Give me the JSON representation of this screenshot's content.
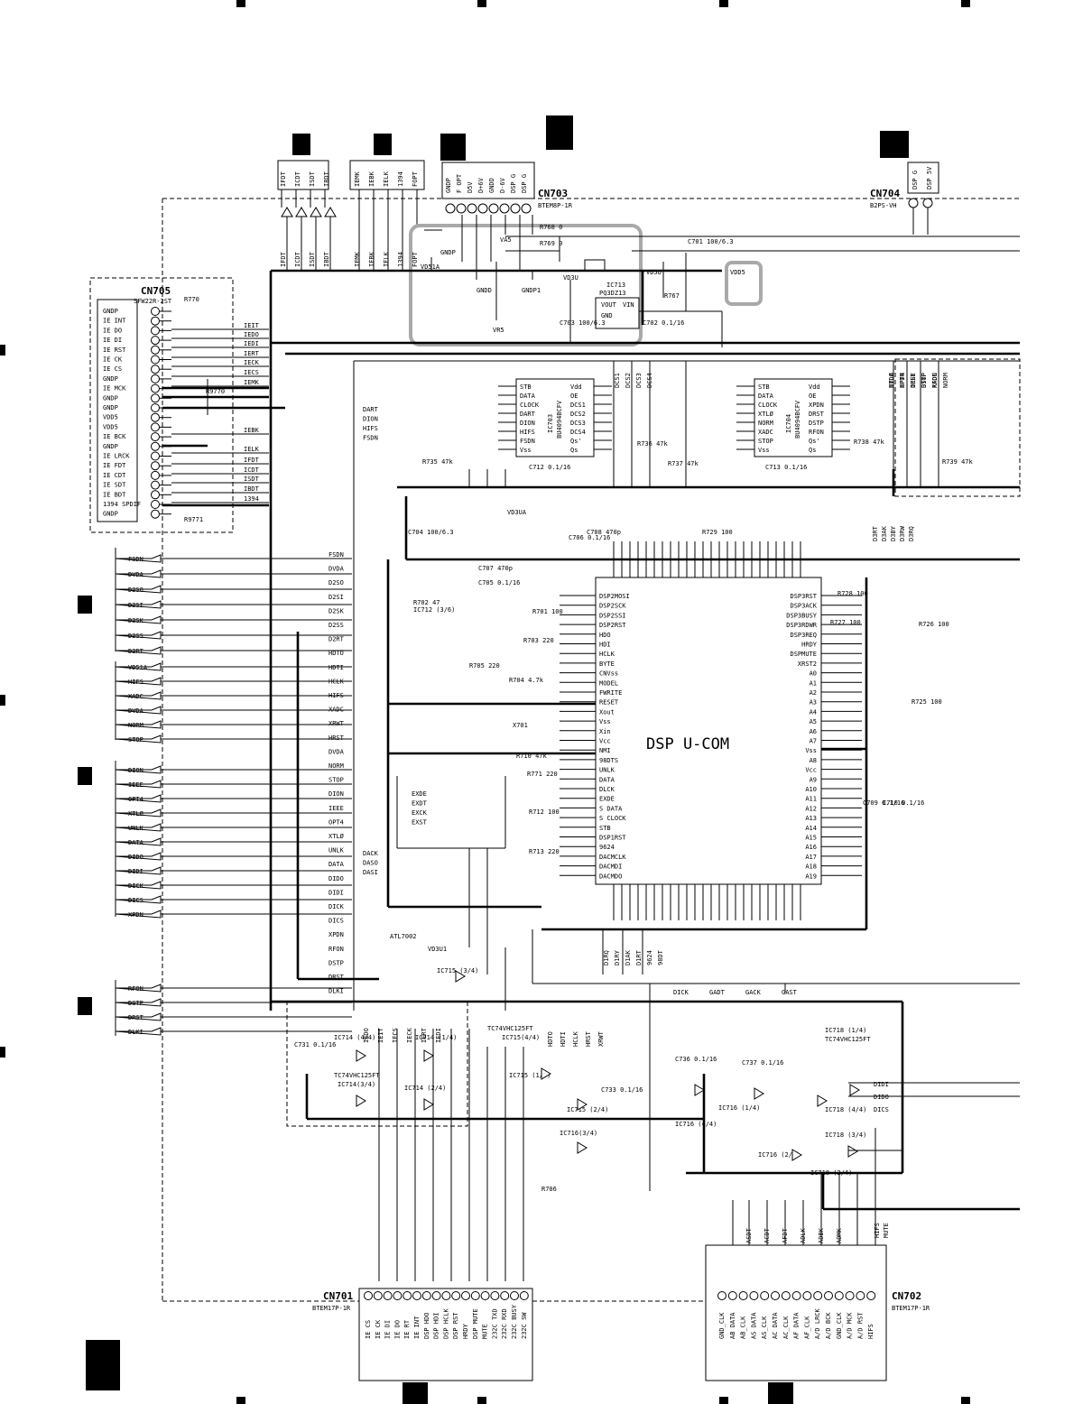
{
  "connectors": {
    "cn703": {
      "name": "CN703",
      "part": "BTEM8P-1R",
      "pins": [
        "GNDP",
        "F OPT",
        "D5V",
        "D+6V",
        "GNDD",
        "D-6V",
        "DSP G",
        "DSP G"
      ]
    },
    "cn704": {
      "name": "CN704",
      "part": "B2PS-VH",
      "pins": [
        "DSP G",
        "DSP 5V"
      ]
    },
    "cn705": {
      "name": "CN705",
      "part": "SFW22R-2ST",
      "pins": [
        "GNDP",
        "IE INT",
        "IE DO",
        "IE DI",
        "IE RST",
        "IE CK",
        "IE CS",
        "GNDP",
        "IE MCK",
        "GNDP",
        "GNDP",
        "VDD5",
        "VDD5",
        "IE BCK",
        "GNDP",
        "IE LRCK",
        "IE FDT",
        "IE CDT",
        "IE SDT",
        "IE BDT",
        "1394 SPDIF",
        "GNDP"
      ]
    },
    "cn701": {
      "name": "CN701",
      "part": "BTEM17P-1R",
      "pins": [
        "IE CS",
        "IE CK",
        "IE DI",
        "IE DO",
        "IE RT",
        "IE INT",
        "DSP HDO",
        "DSP HDI",
        "DSP HCLK",
        "DSP RST",
        "HRDY",
        "DSP MUTE",
        "MUTE",
        "232C TXD",
        "232C RXD",
        "232C BUSY",
        "232C SW"
      ]
    },
    "cn702": {
      "name": "CN702",
      "part": "BTEM17P-1R",
      "pins": [
        "GND_CLK",
        "AB DATA",
        "AB_CLK",
        "AS DATA",
        "AS_CLK",
        "AC DATA",
        "AC_CLK",
        "AF DATA",
        "AF_CLK",
        "A/D LRCK",
        "A/D BCK",
        "GND_CLK",
        "A/D MCK",
        "A/D RST",
        "HIFS"
      ]
    }
  },
  "top_signals": [
    "IFDT",
    "ICDT",
    "ISDT",
    "IBDT",
    "IEMK",
    "IEBK",
    "IELK",
    "1394",
    "FOPT"
  ],
  "cn705_net_labels": [
    "IEIT",
    "IEDO",
    "IEDI",
    "IERT",
    "IECK",
    "IECS",
    "IEMK",
    "IEBK",
    "IELK",
    "IFDT",
    "ICDT",
    "ISDT",
    "IBDT",
    "1394"
  ],
  "left_ports_a": [
    "FSDN",
    "DVDA",
    "D2SO",
    "D2SI",
    "D2SK",
    "D2SS",
    "D2RT"
  ],
  "left_ports_b": [
    "VD51A",
    "HIFS",
    "XADC",
    "DVDA",
    "NORM",
    "STOP"
  ],
  "left_ports_c": [
    "DION",
    "IEEE",
    "OPT4",
    "XTLØ",
    "UNLK",
    "DATA",
    "DIDO",
    "DIDI",
    "DICK",
    "DICS",
    "XPDN"
  ],
  "left_ports_d": [
    "RFON",
    "DSTP",
    "DRST",
    "DLKI"
  ],
  "right_nets": [
    "FSDN",
    "DVDA",
    "D2SO",
    "D2SI",
    "D2SK",
    "D2SS",
    "D2RT",
    "HDTO",
    "HDTI",
    "HCLK",
    "HIFS",
    "XADC",
    "XRWT",
    "HRST",
    "DVDA",
    "NORM",
    "STOP",
    "DION",
    "IEEE",
    "OPT4",
    "XTLØ",
    "UNLK",
    "DATA",
    "DIDO",
    "DIDI",
    "DICK",
    "DICS",
    "XPDN",
    "RFON",
    "DSTP",
    "DRST",
    "DLKI"
  ],
  "ic703": {
    "name": "IC703",
    "part": "BU4094BCFV",
    "left_pins": [
      "STB",
      "DATA",
      "CLOCK",
      "DART",
      "DION",
      "HIFS",
      "FSDN",
      "Vss"
    ],
    "right_pins": [
      "Vdd",
      "OE",
      "DCS1",
      "DCS2",
      "DCS3",
      "DCS4",
      "Qs'",
      "Qs"
    ]
  },
  "ic704": {
    "name": "IC704",
    "part": "BU4094BCFV",
    "left_pins": [
      "STB",
      "DATA",
      "CLOCK",
      "XTLØ",
      "NORM",
      "XADC",
      "STOP",
      "Vss"
    ],
    "right_pins": [
      "Vdd",
      "OE",
      "XPDN",
      "DRST",
      "DSTP",
      "RFON",
      "Qs'",
      "Qs"
    ]
  },
  "dsp": {
    "title": "DSP U-COM",
    "left_pins": [
      "DSP2MOSI",
      "DSP2SCK",
      "DSP2SSI",
      "DSP2RST",
      "HDO",
      "HDI",
      "HCLK",
      "BYTE",
      "CNVss",
      "MODEL",
      "FWRITE",
      "RESET",
      "Xout",
      "Vss",
      "Xin",
      "Vcc",
      "NMI",
      "98DTS",
      "UNLK",
      "DATA",
      "DLCK",
      "EXDE",
      "S DATA",
      "S CLOCK",
      "STB",
      "DSP1RST",
      "9624",
      "DACMCLK",
      "DACMDI",
      "DACMDO"
    ],
    "right_pins": [
      "DSP3RST",
      "DSP3ACK",
      "DSP3BUSY",
      "DSP3RDWR",
      "DSP3REQ",
      "HRDY",
      "DSPMUTE",
      "XRST2",
      "A0",
      "A1",
      "A2",
      "A3",
      "A4",
      "A5",
      "A6",
      "A7",
      "Vss",
      "A8",
      "Vcc",
      "A9",
      "A10",
      "A11",
      "A12",
      "A13",
      "A14",
      "A15",
      "A16",
      "A17",
      "A18",
      "A19"
    ]
  },
  "regulator": {
    "name": "IC713",
    "part": "PQ3DZ13",
    "pins": [
      "VOUT",
      "VIN",
      "GND"
    ]
  },
  "buffers": [
    "IC715 (3/4)",
    "IC714 (4/4)",
    "IC714 (1/4)",
    "TC74VHC125FT",
    "IC714(3/4)",
    "IC714 (2/4)",
    "IC715(4/4)",
    "IC715 (1/4)",
    "IC715 (2/4)",
    "IC716(3/4)",
    "IC718 (1/4)",
    "IC716 (1/4)",
    "IC716 (4/4)",
    "IC716 (2/4)",
    "IC718 (4/4)",
    "IC718 (3/4)",
    "IC718 (2/4)",
    "IC712 (3/6)",
    "ATL7002",
    "TC74VHC125FT",
    "TC74VHC125FT"
  ],
  "power_labels": [
    "VD51A",
    "VA5",
    "VR5",
    "VD3U",
    "VD5U",
    "VDD5",
    "VD3UA",
    "VD3U1",
    "GNDP",
    "GNDD",
    "GNDP1"
  ],
  "components": [
    "R768 0",
    "R769 0",
    "R767",
    "C701 100/6.3",
    "C703 100/6.3",
    "C702 0.1/16",
    "C712 0.1/16",
    "C713 0.1/16",
    "R735 47k",
    "R736 47k",
    "R737 47k",
    "R738 47k",
    "R739 47k",
    "C704 100/6.3",
    "C706 0.1/16",
    "C708 470p",
    "C707 470p",
    "C705 0.1/16",
    "R702 47",
    "R701 100",
    "R703 220",
    "R704 4.7k",
    "R705 220",
    "X701",
    "R710 47k",
    "R771 220",
    "R712 100",
    "R713 220",
    "R728 100",
    "R727 100",
    "R726 100",
    "R725 100",
    "C709 0.1/16",
    "C710 0.1/16",
    "R729 100",
    "C731 0.1/16",
    "C733 0.1/16",
    "C736 0.1/16",
    "C737 0.1/16",
    "R770",
    "R9771",
    "R9770",
    "R706"
  ],
  "mid_nets": [
    "DART",
    "DION",
    "HIFS",
    "FSDN",
    "EXDE",
    "EXDT",
    "EXCK",
    "EXST",
    "DACK",
    "DASO",
    "DASI",
    "D1RQ",
    "D1RY",
    "D1AK",
    "D1RT",
    "9624",
    "98DT",
    "DICK",
    "GADT",
    "GACK",
    "GAST",
    "DIDI",
    "DIDO",
    "DICS",
    "IEDO",
    "IEIT",
    "IECS",
    "IECK",
    "IERT",
    "IEDI",
    "HDTO",
    "HDTI",
    "HCLK",
    "HRST",
    "XRWT",
    "ASDT",
    "ACDT",
    "AFDT",
    "ADLK",
    "ADBK",
    "ADMK",
    "HIFS",
    "MUTE",
    "D3RT",
    "D3AK",
    "D3BY",
    "D3RW",
    "D3RQ",
    "DVDA",
    "OPT4",
    "IEEE",
    "STOP",
    "XADC",
    "NORM",
    "XTLØ",
    "XPDN",
    "DRST",
    "DSTP",
    "RFON",
    "DCS1",
    "DCS2",
    "DCS3",
    "DCS4"
  ]
}
